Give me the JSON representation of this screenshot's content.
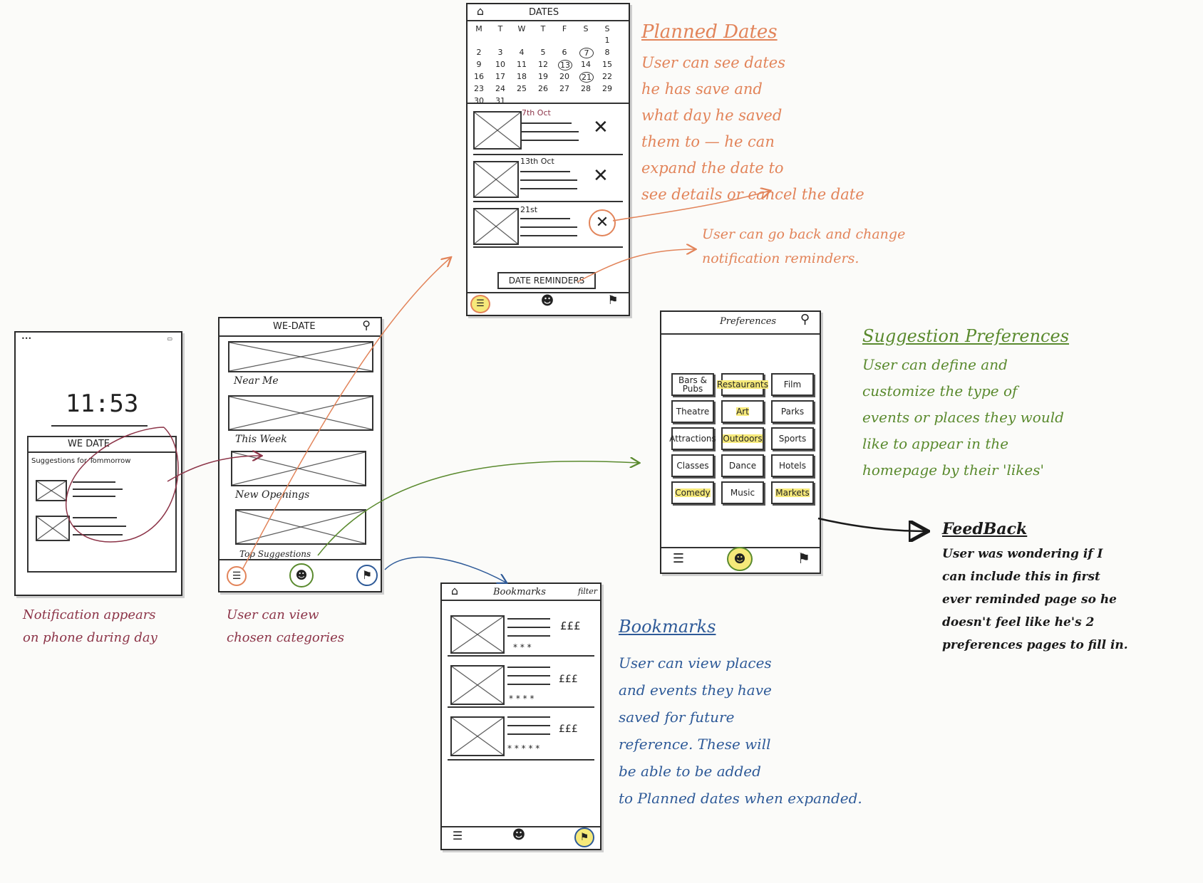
{
  "colors": {
    "maroon": "#8c3448",
    "orange": "#e2845a",
    "green": "#5a8a2e",
    "blue": "#2e5a98",
    "black": "#1a1a1a",
    "highlight": "#f6e97a"
  },
  "lock_screen": {
    "time": "11:53",
    "notification_title": "WE DATE",
    "notification_subtitle": "Suggestions for Tommorrow",
    "caption_lines": [
      "Notification appears",
      "on phone during day"
    ]
  },
  "home_screen": {
    "title": "WE-DATE",
    "sections": [
      "Near Me",
      "This Week",
      "New Openings",
      "Top Suggestions"
    ],
    "caption_lines": [
      "User can view",
      "chosen categories"
    ]
  },
  "dates_screen": {
    "title": "DATES",
    "weekdays": [
      "M",
      "T",
      "W",
      "T",
      "F",
      "S",
      "S"
    ],
    "calendar_rows": [
      [
        "",
        "",
        "",
        "",
        "",
        "",
        "1"
      ],
      [
        "2",
        "3",
        "4",
        "5",
        "6",
        "7",
        "8"
      ],
      [
        "9",
        "10",
        "11",
        "12",
        "13",
        "14",
        "15"
      ],
      [
        "16",
        "17",
        "18",
        "19",
        "20",
        "21",
        "22"
      ],
      [
        "23",
        "24",
        "25",
        "26",
        "27",
        "28",
        "29"
      ],
      [
        "30",
        "31",
        "",
        "",
        "",
        "",
        ""
      ]
    ],
    "items": [
      {
        "date": "7th Oct"
      },
      {
        "date": "13th Oct"
      },
      {
        "date": "21st"
      }
    ],
    "reminder_button": "DATE REMINDERS"
  },
  "planned_dates_note": {
    "title": "Planned Dates",
    "lines": [
      "User can see dates",
      "he has save and",
      "what day he saved",
      "them to — he can",
      "expand the date to",
      "see details or cancel the date"
    ]
  },
  "reminder_note": {
    "lines": [
      "User can go back and change",
      "notification reminders."
    ]
  },
  "preferences_screen": {
    "title": "Preferences",
    "buttons": [
      {
        "label": "Bars & Pubs",
        "highlighted": false
      },
      {
        "label": "Restaurants",
        "highlighted": true
      },
      {
        "label": "Film",
        "highlighted": false
      },
      {
        "label": "Theatre",
        "highlighted": false
      },
      {
        "label": "Art",
        "highlighted": true
      },
      {
        "label": "Parks",
        "highlighted": false
      },
      {
        "label": "Attractions",
        "highlighted": false
      },
      {
        "label": "Outdoors",
        "highlighted": true
      },
      {
        "label": "Sports",
        "highlighted": false
      },
      {
        "label": "Classes",
        "highlighted": false
      },
      {
        "label": "Dance",
        "highlighted": false
      },
      {
        "label": "Hotels",
        "highlighted": false
      },
      {
        "label": "Comedy",
        "highlighted": true
      },
      {
        "label": "Music",
        "highlighted": false
      },
      {
        "label": "Markets",
        "highlighted": true
      }
    ]
  },
  "suggestion_note": {
    "title": "Suggestion Preferences",
    "lines": [
      "User can define and",
      "customize the type of",
      "events or places they would",
      "like to appear in the",
      "homepage by their 'likes'"
    ]
  },
  "feedback_note": {
    "title": "FeedBack",
    "lines": [
      "User was wondering if I",
      "can include this in first",
      "ever reminded page so he",
      "doesn't feel like he's 2",
      "preferences pages to fill in."
    ]
  },
  "bookmarks_screen": {
    "title": "Bookmarks",
    "filter": "filter",
    "items": [
      {
        "price": "£££",
        "rating": "* * *"
      },
      {
        "price": "£££",
        "rating": "* * * *"
      },
      {
        "price": "£££",
        "rating": "* * * * *"
      }
    ]
  },
  "bookmarks_note": {
    "title": "Bookmarks",
    "lines": [
      "User can view places",
      "and events they have",
      "saved for future",
      "reference. These will",
      "be able to be added",
      "to Planned dates when expanded."
    ]
  }
}
